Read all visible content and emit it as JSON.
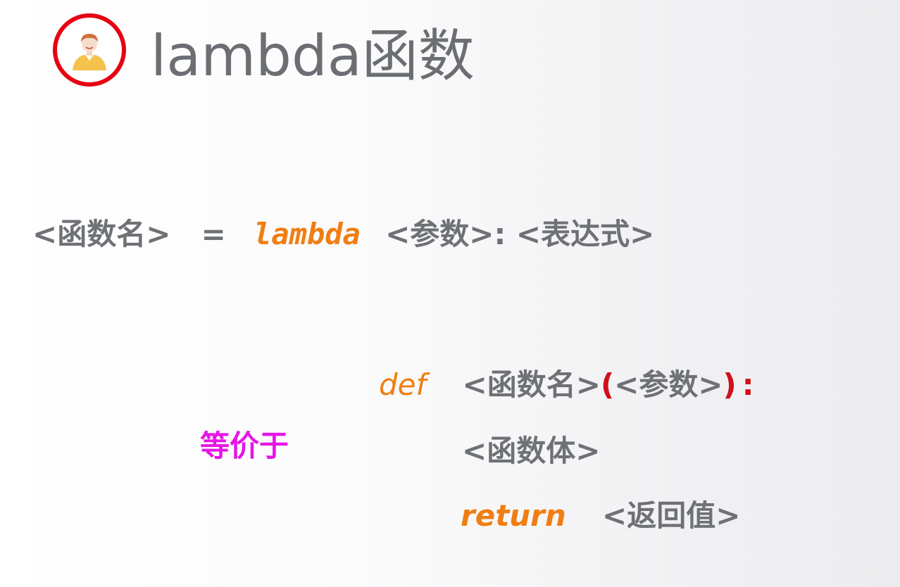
{
  "slide": {
    "title": "lambda函数",
    "avatar_icon": "person-avatar-icon",
    "colors": {
      "text_gray": "#6e7175",
      "keyword_orange": "#f07e12",
      "paren_red": "#d0101a",
      "equivalent_magenta": "#e615e6",
      "avatar_ring_red": "#e60012"
    },
    "syntax_line": {
      "func_name": "<函数名>",
      "equals": "=",
      "keyword": "lambda",
      "params": "<参数>:",
      "expression": "<表达式>"
    },
    "equivalent_label": "等价于",
    "def_block": {
      "def_keyword": "def",
      "func_name": "<函数名>",
      "open_paren": "(",
      "params": "<参数>",
      "close_paren": ")",
      "colon": ":",
      "body": "<函数体>",
      "return_keyword": "return",
      "return_value": "<返回值>"
    }
  }
}
